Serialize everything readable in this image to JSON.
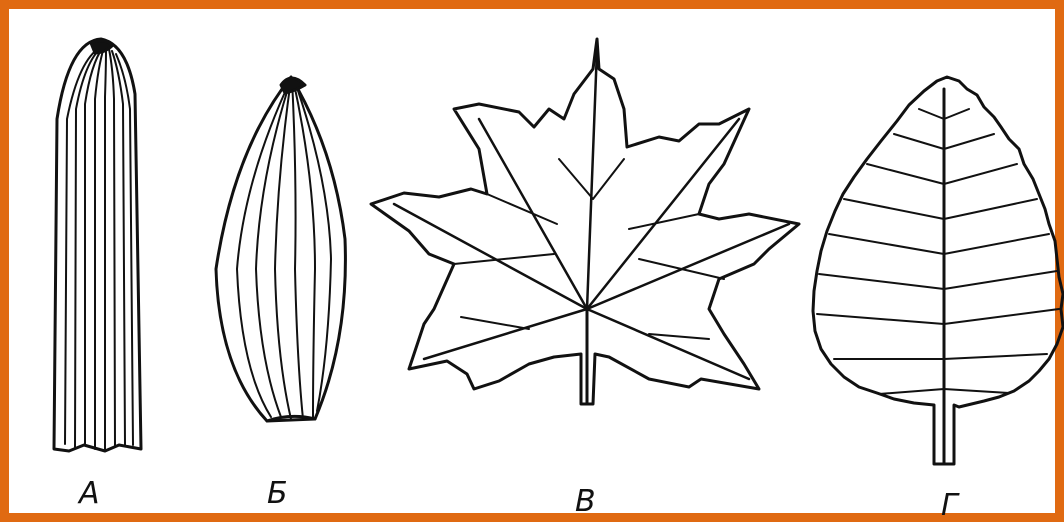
{
  "labels": {
    "a": "А",
    "b": "Б",
    "v": "В",
    "g": "Г"
  },
  "colors": {
    "frame": "#e06a12",
    "ink": "#111111",
    "background": "#ffffff"
  }
}
